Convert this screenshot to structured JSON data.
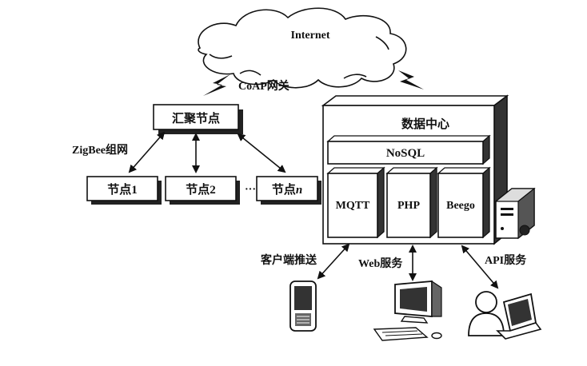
{
  "internet": {
    "label": "Internet"
  },
  "gateway": {
    "label": "CoAP网关"
  },
  "sink_node": {
    "label": "汇聚节点"
  },
  "zigbee": {
    "label": "ZigBee组网"
  },
  "nodes": {
    "n1": "节点1",
    "n2": "节点2",
    "ellipsis": "···",
    "nn_prefix": "节点",
    "nn_suffix": "n"
  },
  "data_center": {
    "title": "数据中心",
    "nosql": "NoSQL",
    "mqtt": "MQTT",
    "php": "PHP",
    "beego": "Beego"
  },
  "services": {
    "client_push": "客户端推送",
    "web": "Web服务",
    "api": "API服务"
  },
  "icons": [
    "cloud-icon",
    "lightning-icon",
    "server-icon",
    "phone-icon",
    "desktop-icon",
    "user-laptop-icon"
  ]
}
